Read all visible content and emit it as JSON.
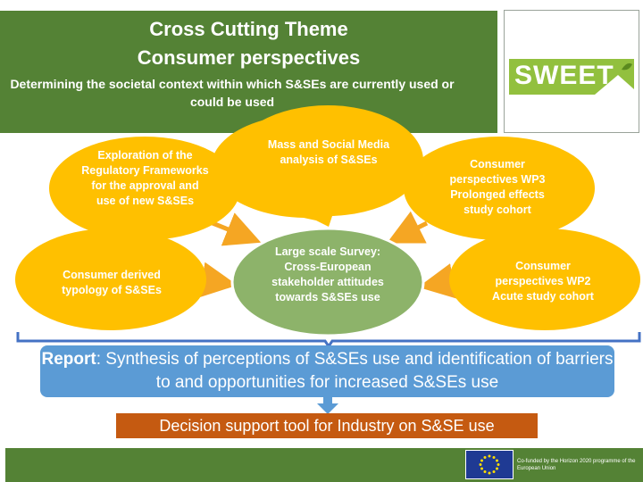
{
  "header": {
    "title_line1": "Cross Cutting Theme",
    "title_line2": "Consumer perspectives",
    "subtitle": "Determining the societal context within which S&SEs are currently used or could be used"
  },
  "logo": {
    "text": "SWEET"
  },
  "bubbles": {
    "regulatory": "Exploration of the Regulatory Frameworks for the approval and use of new S&SEs",
    "media": "Mass and Social Media analysis of S&SEs",
    "wp3": "Consumer perspectives WP3 Prolonged effects study cohort",
    "typology": "Consumer derived typology of S&SEs",
    "survey": "Large scale Survey: Cross-European stakeholder attitudes towards S&SEs use",
    "wp2": "Consumer perspectives WP2 Acute study cohort"
  },
  "report": {
    "label": "Report",
    "text": ": Synthesis of perceptions of S&SEs use and identification of barriers to and opportunities for increased S&SEs use"
  },
  "decision": "Decision support tool for Industry on S&SE use",
  "footer": {
    "eu_text": "Co-funded by the Horizon 2020 programme of the European Union"
  },
  "colors": {
    "header_green": "#548235",
    "bubble_orange": "#ffc000",
    "survey_green": "#8db36a",
    "report_blue": "#5b9bd5",
    "decision_orange": "#c55a11"
  }
}
